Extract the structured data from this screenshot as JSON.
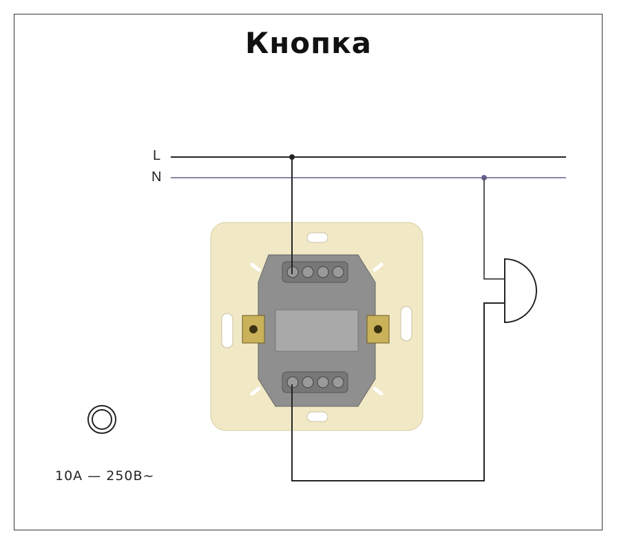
{
  "title": "Кнопка",
  "lines": {
    "live_label": "L",
    "neutral_label": "N"
  },
  "rating": "10A — 250B~",
  "colors": {
    "live_wire": "#222222",
    "neutral_wire": "#8c82a8",
    "plate": "#f1e9c6",
    "mechanism": "#8f8f8f"
  }
}
